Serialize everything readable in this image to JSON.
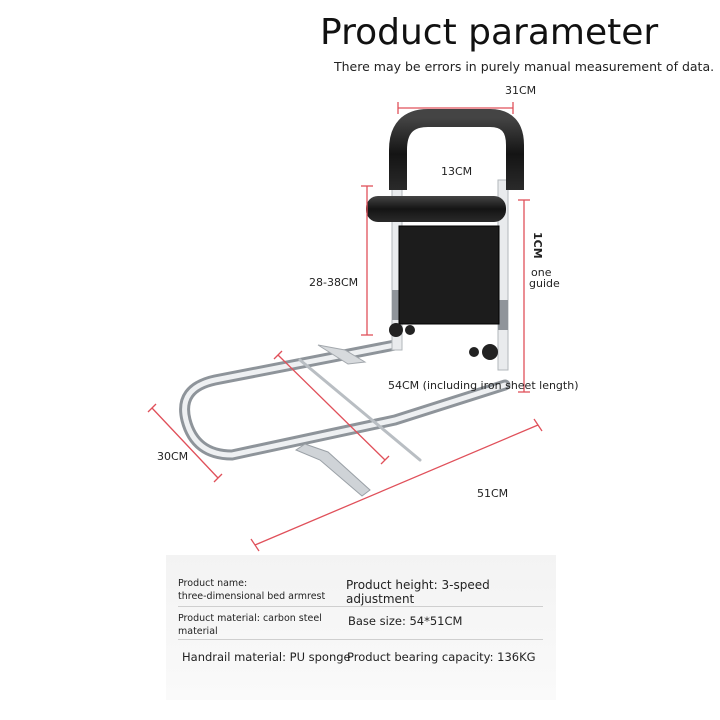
{
  "header": {
    "title": "Product parameter",
    "subtitle": "There may be errors in purely manual measurement of data."
  },
  "dimensions": {
    "top_width": "31CM",
    "armrest_depth": "13CM",
    "height_side": "28-38CM",
    "right_height_a": "1CM",
    "right_note_line1": "one",
    "right_note_line2": "guide",
    "base_length": "54CM (including iron sheet length)",
    "base_width": "30CM",
    "base_depth": "51CM"
  },
  "specs": {
    "product_name_label": "Product name:",
    "product_name_value": "three-dimensional bed armrest",
    "product_height": "Product height: 3-speed adjustment",
    "product_material_line1": "Product material: carbon steel",
    "product_material_line2": "material",
    "base_size": "Base size: 54*51CM",
    "handrail_material": "Handrail material: PU sponge",
    "bearing_capacity": "Product bearing capacity: 136KG"
  },
  "colors": {
    "dimension_line": "#e0505a",
    "chrome": "#c8ccd0",
    "foam": "#1b1b1b"
  }
}
